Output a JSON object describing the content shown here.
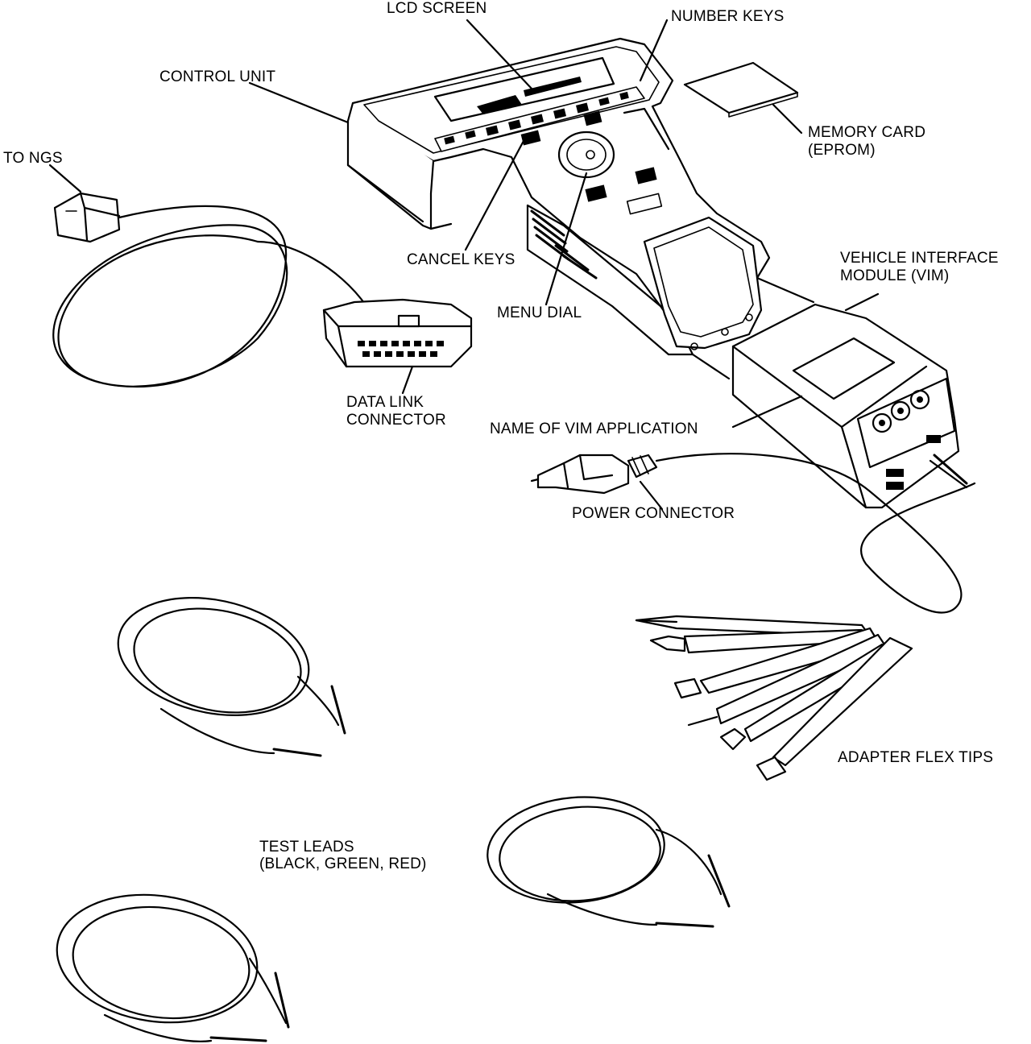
{
  "labels": {
    "lcd_screen": "LCD SCREEN",
    "number_keys": "NUMBER KEYS",
    "control_unit": "CONTROL UNIT",
    "to_ngs": "TO NGS",
    "memory_card_1": "MEMORY CARD",
    "memory_card_2": "(EPROM)",
    "cancel_keys": "CANCEL KEYS",
    "menu_dial": "MENU DIAL",
    "vim_1": "VEHICLE INTERFACE",
    "vim_2": "MODULE (VIM)",
    "data_link_1": "DATA LINK",
    "data_link_2": "CONNECTOR",
    "vim_application": "NAME OF VIM APPLICATION",
    "power_connector": "POWER CONNECTOR",
    "adapter_flex_tips": "ADAPTER FLEX TIPS",
    "test_leads_1": "TEST LEADS",
    "test_leads_2": "(BLACK, GREEN, RED)"
  },
  "colors": {
    "ink": "#000000",
    "paper": "#ffffff"
  }
}
